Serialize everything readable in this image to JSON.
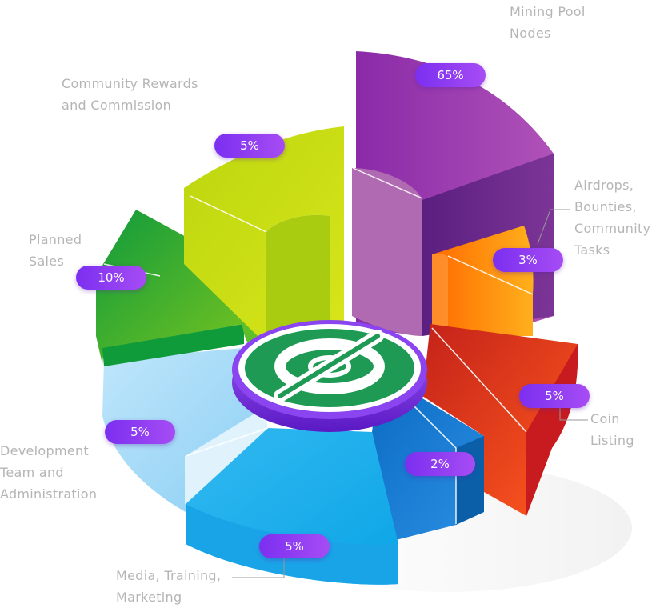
{
  "chart_data": {
    "type": "pie",
    "title": "",
    "slices": [
      {
        "label": "Mining Pool\nNodes",
        "display": "65%",
        "value": 65,
        "color": "#9a3bb0"
      },
      {
        "label": "Airdrops,\nBounties,\nCommunity\nTasks",
        "display": "3%",
        "value": 3,
        "color": "#ff8a0c"
      },
      {
        "label": "Coin\nListing",
        "display": "5%",
        "value": 5,
        "color": "#e6341a"
      },
      {
        "label": "",
        "display": "2%",
        "value": 2,
        "color": "#1e7fd6"
      },
      {
        "label": "Media, Training,\nMarketing",
        "display": "5%",
        "value": 5,
        "color": "#29b2ee"
      },
      {
        "label": "Development\nTeam and\nAdministration",
        "display": "5%",
        "value": 5,
        "color": "#9fd8f6"
      },
      {
        "label": "Planned\nSales",
        "display": "10%",
        "value": 10,
        "color": "#27a93a"
      },
      {
        "label": "Community Rewards\nand Commission",
        "display": "5%",
        "value": 5,
        "color": "#c6da12"
      }
    ]
  },
  "colors": {
    "pill": "#8e3cf2",
    "label_text": "#b5b5b5",
    "coin_rim": "#7a2fe0",
    "coin_face": "#1f9a55"
  },
  "icons": {
    "center_coin": "coin-logo-icon"
  }
}
